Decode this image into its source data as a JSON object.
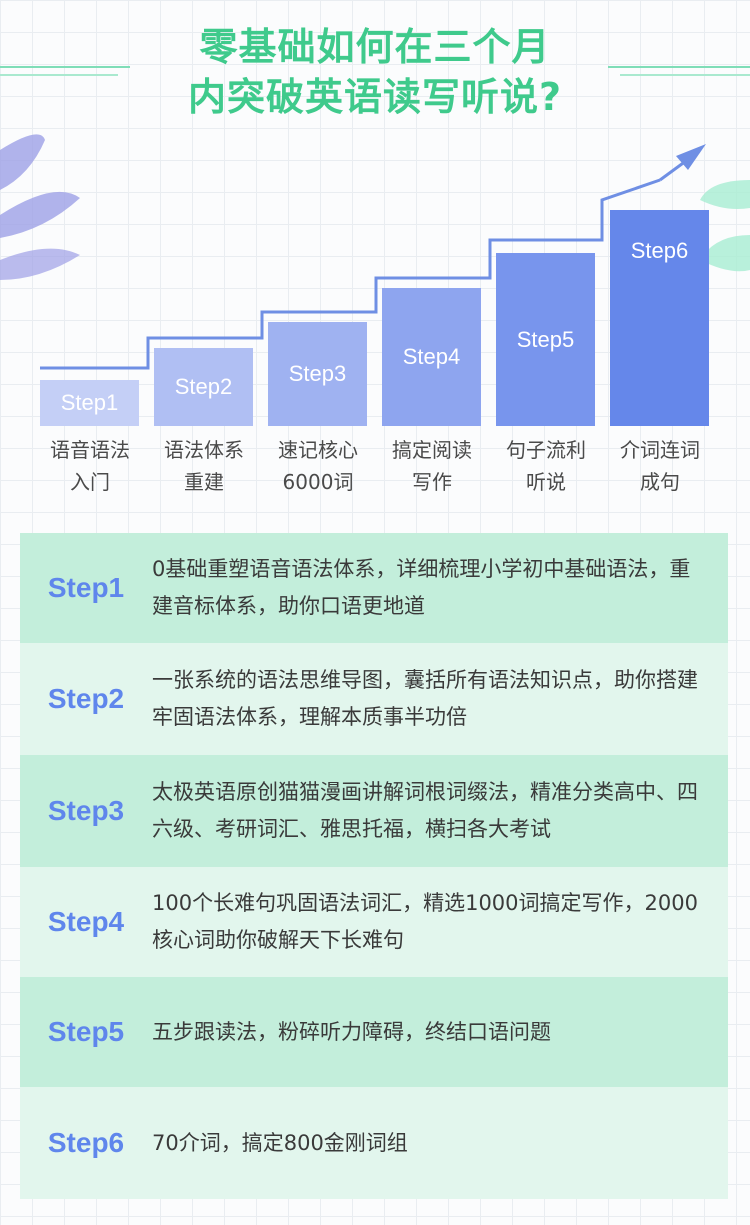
{
  "title": {
    "line1": "零基础如何在三个月",
    "line2": "内突破英语读写听说?"
  },
  "steps": [
    {
      "name": "Step1",
      "label_line1": "语音语法",
      "label_line2": "入门",
      "color": "#c4cff6"
    },
    {
      "name": "Step2",
      "label_line1": "语法体系",
      "label_line2": "重建",
      "color": "#b0bff3"
    },
    {
      "name": "Step3",
      "label_line1": "速记核心",
      "label_line2": "6000词",
      "color": "#9fb2f1"
    },
    {
      "name": "Step4",
      "label_line1": "搞定阅读",
      "label_line2": "写作",
      "color": "#8ea5ef"
    },
    {
      "name": "Step5",
      "label_line1": "句子流利",
      "label_line2": "听说",
      "color": "#7895ed"
    },
    {
      "name": "Step6",
      "label_line1": "介词连词",
      "label_line2": "成句",
      "color": "#6587ea"
    }
  ],
  "details": [
    {
      "step": "Step1",
      "text": "0基础重塑语音语法体系，详细梳理小学初中基础语法，重建音标体系，助你口语更地道"
    },
    {
      "step": "Step2",
      "text": "一张系统的语法思维导图，囊括所有语法知识点，助你搭建牢固语法体系，理解本质事半功倍"
    },
    {
      "step": "Step3",
      "text": "太极英语原创猫猫漫画讲解词根词缀法，精准分类高中、四六级、考研词汇、雅思托福，横扫各大考试"
    },
    {
      "step": "Step4",
      "text": "100个长难句巩固语法词汇，精选1000词搞定写作，2000核心词助你破解天下长难句"
    },
    {
      "step": "Step5",
      "text": "五步跟读法，粉碎听力障碍，终结口语问题"
    },
    {
      "step": "Step6",
      "text": "70介词，搞定800金刚词组"
    }
  ],
  "colors": {
    "title": "#3fca8c",
    "step_text": "#5f86ec",
    "row_dark": "#c3eedb",
    "row_light": "#e2f6ed",
    "arrow": "#6f8fe4"
  }
}
